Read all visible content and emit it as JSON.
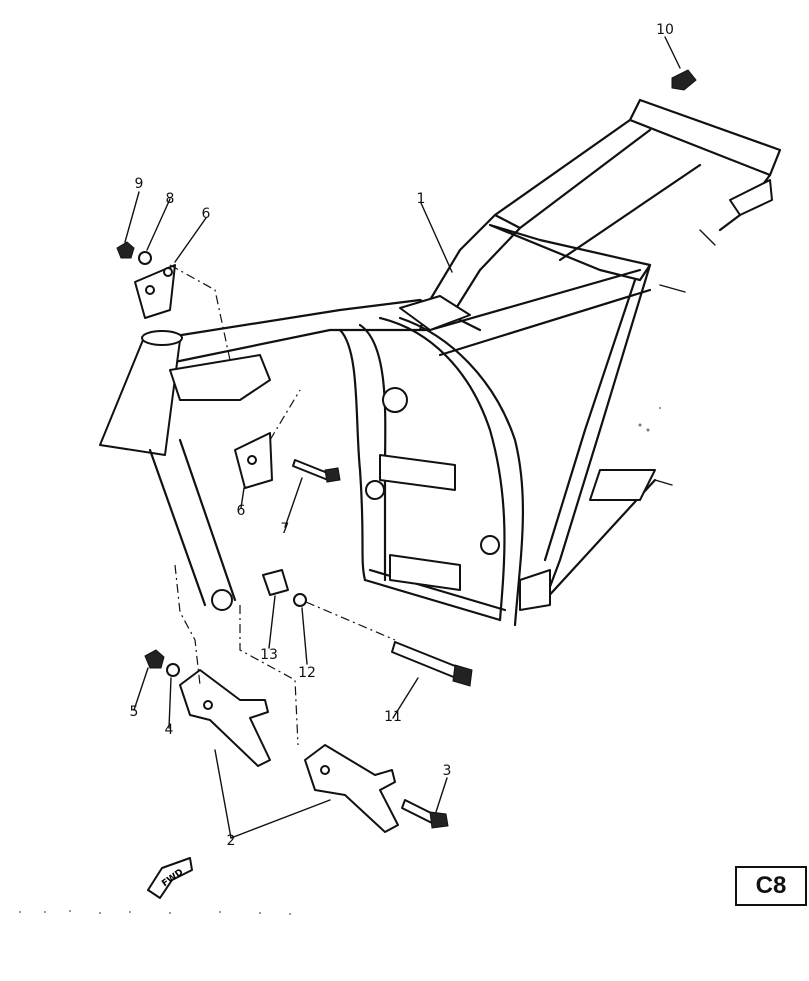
{
  "callouts": {
    "c1": "1",
    "c2": "2",
    "c3": "3",
    "c4": "4",
    "c5": "5",
    "c6a": "6",
    "c6b": "6",
    "c7": "7",
    "c8": "8",
    "c9": "9",
    "c10": "10",
    "c11": "11",
    "c12": "12",
    "c13": "13"
  },
  "fwd_marker": "FWD",
  "page_code": "C8"
}
